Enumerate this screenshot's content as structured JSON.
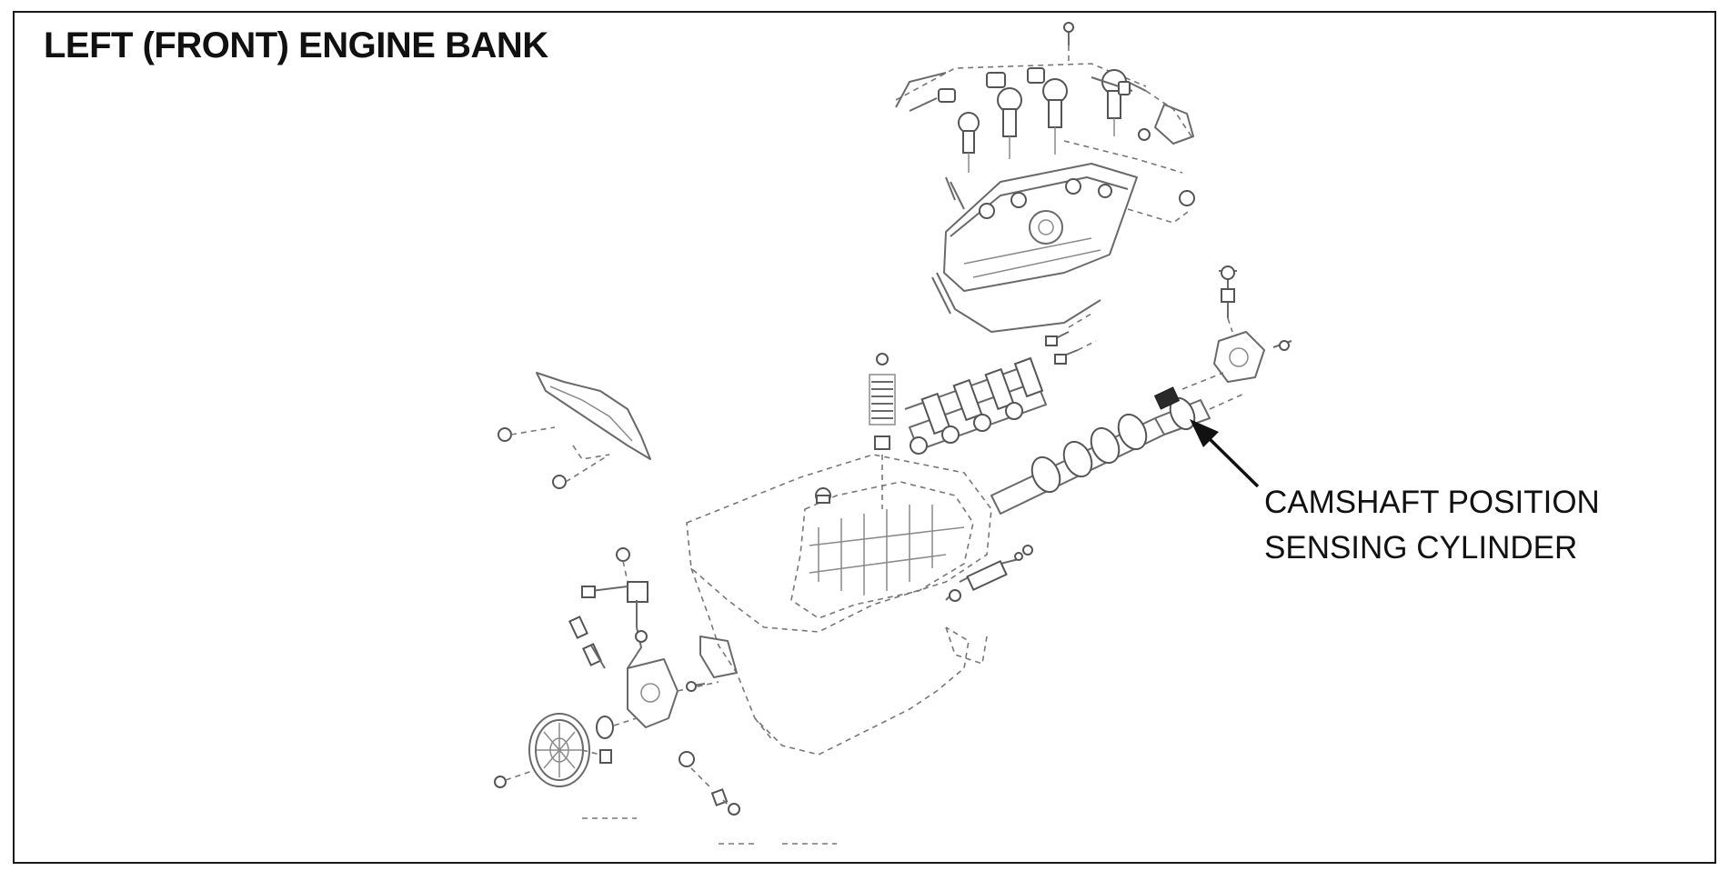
{
  "title": "LEFT (FRONT) ENGINE BANK",
  "callout": {
    "line1": "CAMSHAFT POSITION",
    "line2": "SENSING CYLINDER"
  },
  "colors": {
    "line": "#6a6a6a",
    "text": "#111111",
    "frame": "#1a1a1a"
  }
}
